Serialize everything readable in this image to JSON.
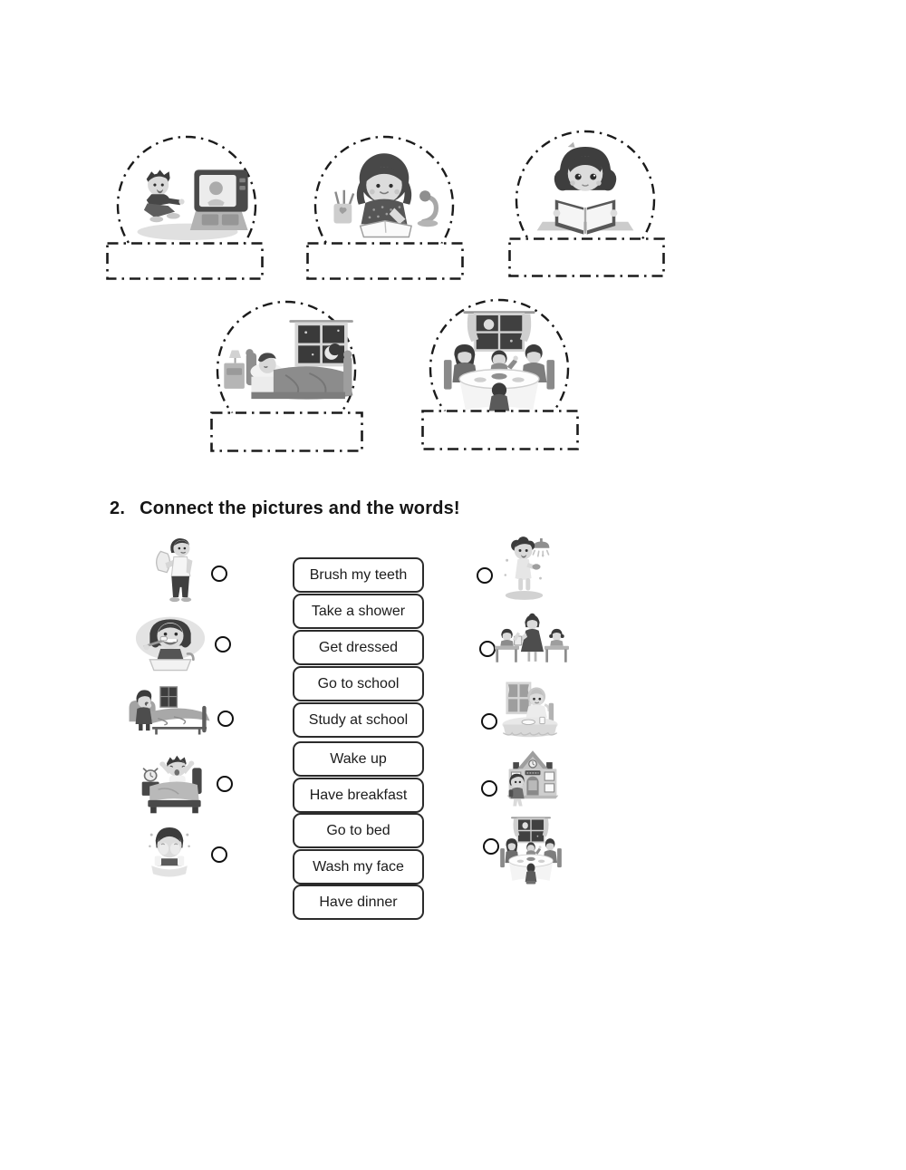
{
  "colors": {
    "ink": "#1c1c1c",
    "button_border": "#2b2b2b",
    "background": "#ffffff"
  },
  "exercise1": {
    "items": [
      {
        "icon": "boy-watching-tv",
        "answer": ""
      },
      {
        "icon": "girl-doing-homework",
        "answer": ""
      },
      {
        "icon": "girl-reading-book",
        "answer": ""
      },
      {
        "icon": "boy-sleeping-in-bed",
        "answer": ""
      },
      {
        "icon": "family-having-dinner",
        "answer": ""
      }
    ]
  },
  "exercise2": {
    "number": "2.",
    "title": "Connect the pictures and the words!",
    "words": [
      "Brush my teeth",
      "Take a shower",
      "Get dressed",
      "Go to school",
      "Study at school",
      "Wake up",
      "Have breakfast",
      "Go to bed",
      "Wash my face",
      "Have dinner"
    ],
    "left_pictures": [
      {
        "icon": "boy-getting-dressed"
      },
      {
        "icon": "girl-brushing-teeth"
      },
      {
        "icon": "child-going-to-bed"
      },
      {
        "icon": "boy-waking-up"
      },
      {
        "icon": "child-washing-face"
      }
    ],
    "right_pictures": [
      {
        "icon": "boy-taking-shower"
      },
      {
        "icon": "teacher-and-students-in-class"
      },
      {
        "icon": "child-having-breakfast"
      },
      {
        "icon": "boy-at-school-building"
      },
      {
        "icon": "family-having-dinner"
      }
    ]
  }
}
